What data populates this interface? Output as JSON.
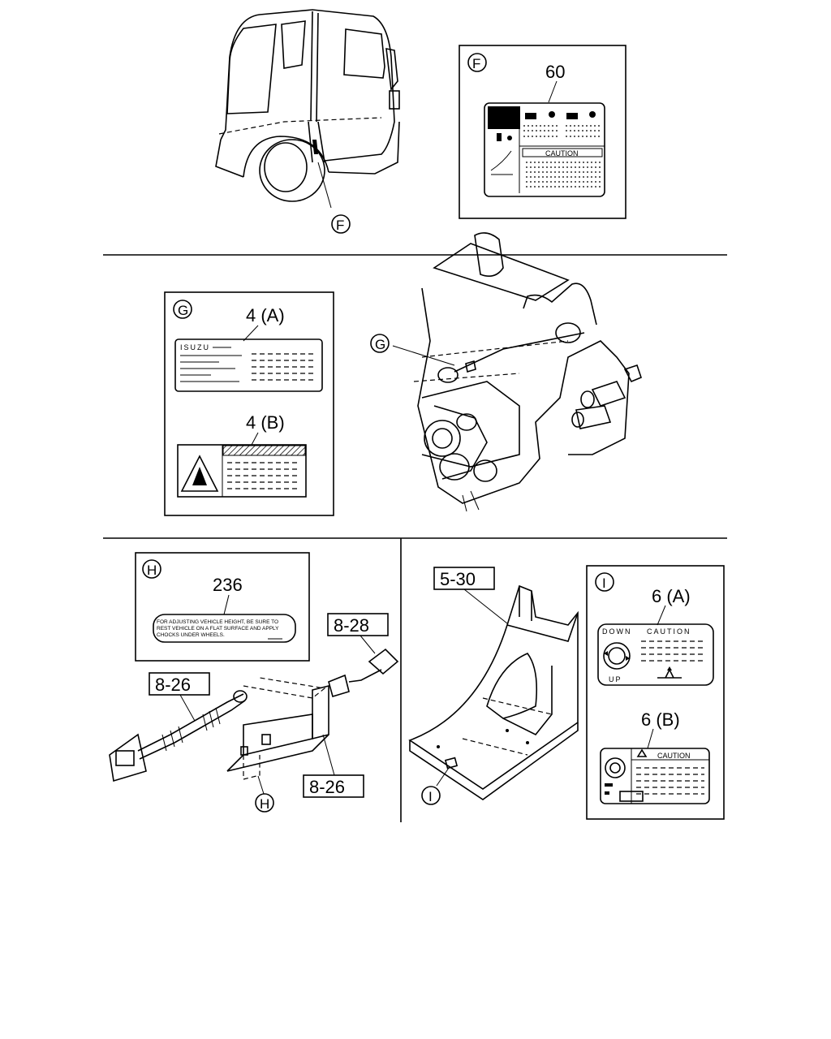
{
  "labels": {
    "F_ref": "F",
    "F_panel": "F",
    "part_60": "60",
    "caution_small": "CAUTION",
    "G_ref": "G",
    "G_panel": "G",
    "part_4A": "4 (A)",
    "part_4B": "4 (B)",
    "isuzu": "ISUZU",
    "H_panel": "H",
    "H_ref": "H",
    "part_236": "236",
    "text_236_line1": "FOR ADJUSTING VEHICLE HEIGHT, BE SURE TO",
    "text_236_line2": "REST VEHICLE ON A FLAT SURFACE AND APPLY",
    "text_236_line3": "CHOCKS UNDER WHEELS.",
    "box_8_28": "8-28",
    "box_8_26_a": "8-26",
    "box_8_26_b": "8-26",
    "box_5_30": "5-30",
    "I_panel": "I",
    "I_ref": "I",
    "part_6A": "6 (A)",
    "part_6B": "6 (B)",
    "down": "DOWN",
    "caution_6A": "CAUTION",
    "up": "UP",
    "caution_6B": "CAUTION"
  }
}
